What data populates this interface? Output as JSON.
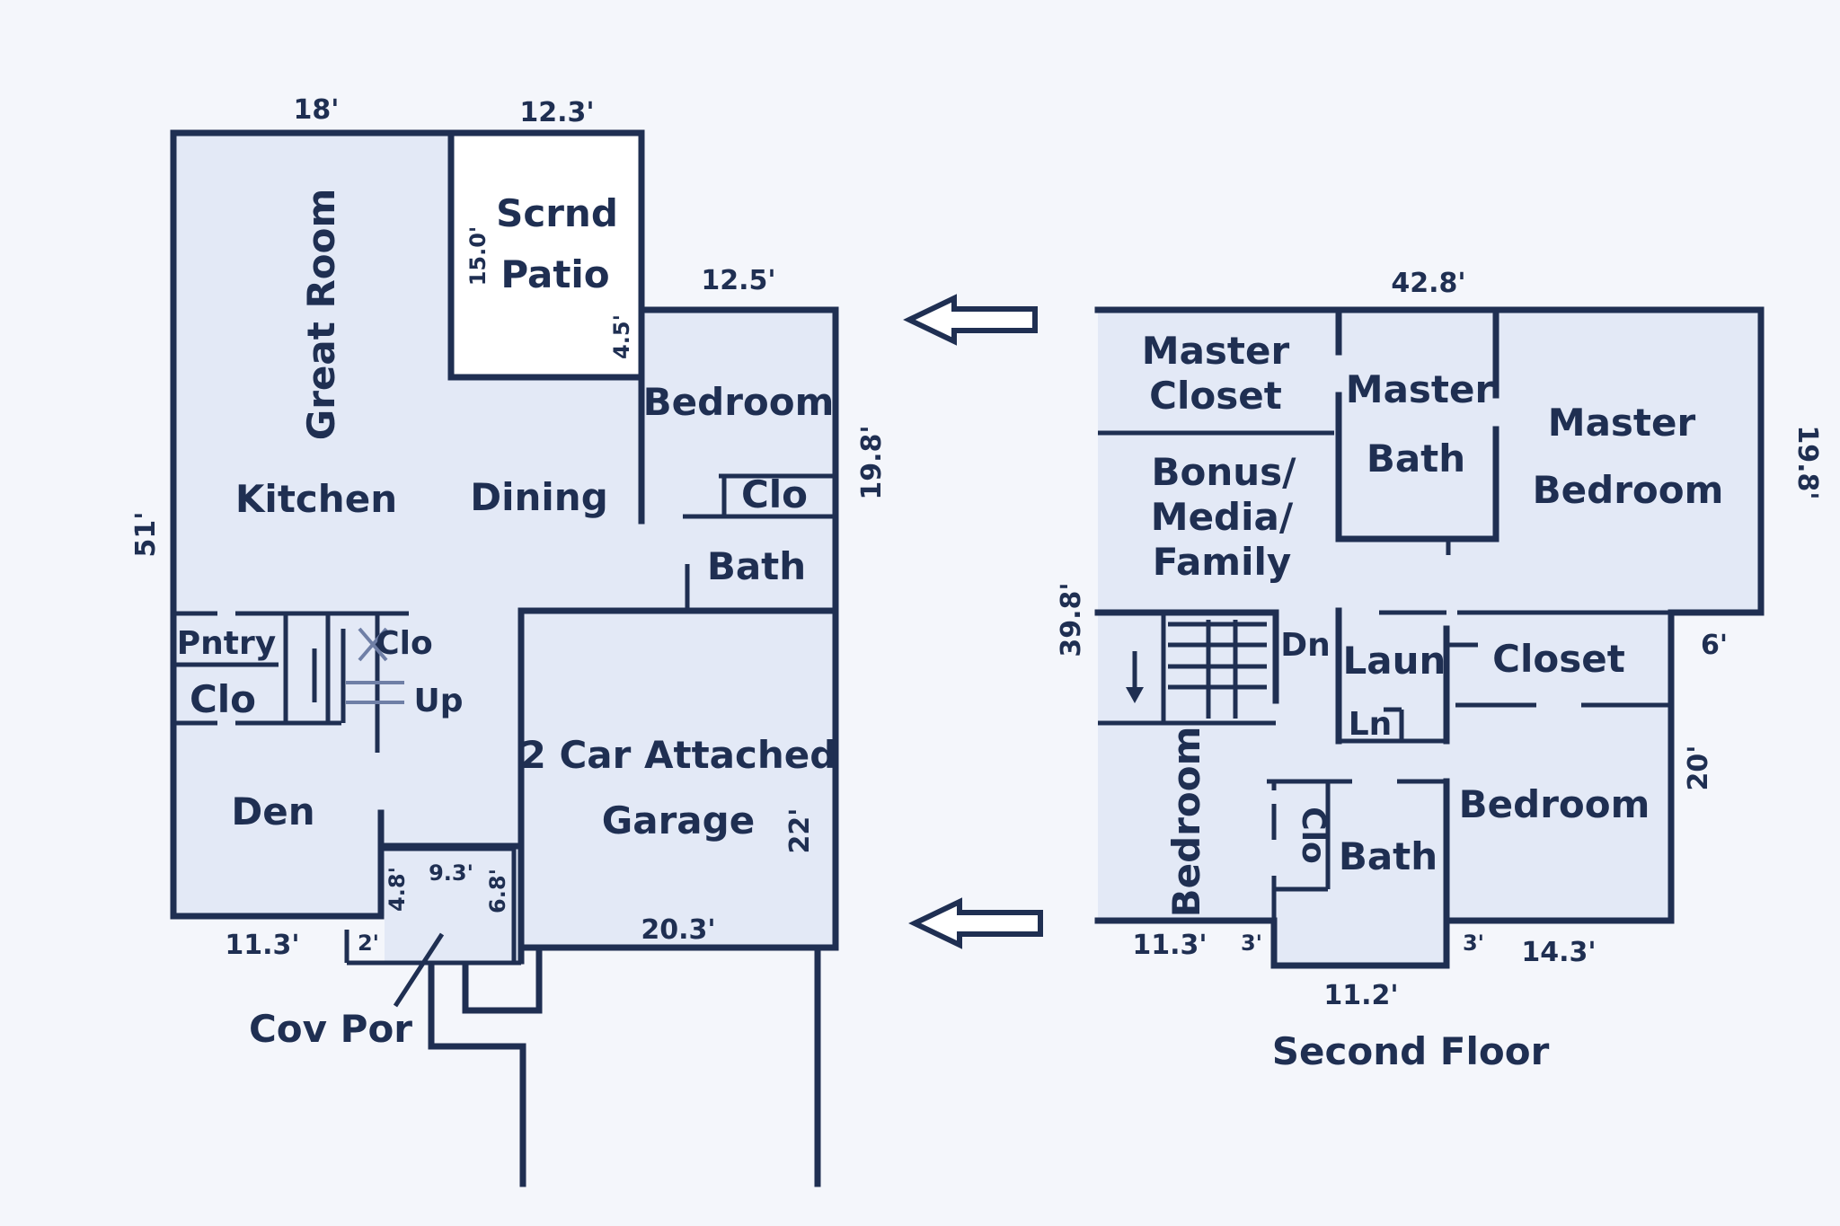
{
  "first_floor": {
    "rooms": {
      "great_room": "Great Room",
      "scrnd_line1": "Scrnd",
      "scrnd_line2": "Patio",
      "bedroom": "Bedroom",
      "kitchen": "Kitchen",
      "dining": "Dining",
      "clo_bed": "Clo",
      "bath": "Bath",
      "pantry": "Pntry",
      "clo_left": "Clo",
      "clo_stair": "Clo",
      "up": "Up",
      "garage_line1": "2 Car Attached",
      "garage_line2": "Garage",
      "den": "Den",
      "cov_por": "Cov Por"
    },
    "dimensions": {
      "top_left": "18'",
      "top_patio": "12.3'",
      "patio_height": "15.0'",
      "patio_offset": "4.5'",
      "bedroom_width": "12.5'",
      "bedroom_height": "19.8'",
      "overall_height": "51'",
      "garage_depth": "22'",
      "garage_width": "20.3'",
      "den_width": "11.3'",
      "porch_step": "2'",
      "entry_width": "9.3'",
      "entry_left": "4.8'",
      "entry_right": "6.8'"
    }
  },
  "second_floor": {
    "title": "Second Floor",
    "rooms": {
      "master_closet_line1": "Master",
      "master_closet_line2": "Closet",
      "master_bath_line1": "Master",
      "master_bath_line2": "Bath",
      "master_bed_line1": "Master",
      "master_bed_line2": "Bedroom",
      "bonus_line1": "Bonus/",
      "bonus_line2": "Media/",
      "bonus_line3": "Family",
      "dn": "Dn",
      "laun": "Laun",
      "closet": "Closet",
      "ln": "Ln",
      "bedroom_left": "Bedroom",
      "clo": "Clo",
      "bath": "Bath",
      "bedroom_right": "Bedroom"
    },
    "dimensions": {
      "top_width": "42.8'",
      "right_height": "19.8'",
      "left_height": "39.8'",
      "right_offset": "6'",
      "bedroom_right_height": "20'",
      "bedroom_left_width": "11.3'",
      "bath_width": "11.2'",
      "bedroom_right_width": "14.3'",
      "step_left": "3'",
      "step_right": "3'"
    }
  }
}
